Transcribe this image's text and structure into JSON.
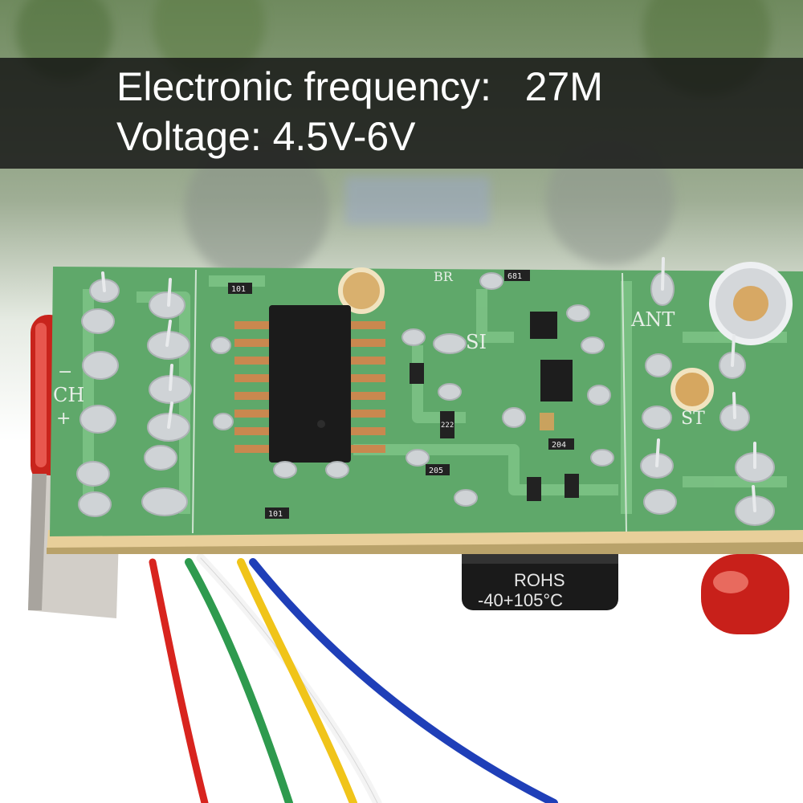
{
  "banner": {
    "frequency_label": "Electronic frequency:",
    "frequency_value": "27M",
    "voltage_label": "Voltage:",
    "voltage_value": "4.5V-6V"
  },
  "board": {
    "silkscreen": {
      "ant": "ANT",
      "si": "SI",
      "st": "ST",
      "ch": "CH",
      "minus": "−",
      "plus": "+",
      "br": "BR"
    },
    "component_codes": {
      "r1": "101",
      "r2": "681",
      "r3": "222",
      "r4": "205",
      "r5": "204",
      "r6": "101"
    }
  },
  "capacitor": {
    "line1": "ROHS",
    "line2": "-40+105°C"
  },
  "colors": {
    "pcb_green": "#5fa86a",
    "banner_bg": "#141414",
    "wire_red": "#d8241e",
    "wire_green": "#2e9a4e",
    "wire_white": "#f4f4f4",
    "wire_yellow": "#f0c419",
    "wire_blue": "#1f3fb8"
  }
}
